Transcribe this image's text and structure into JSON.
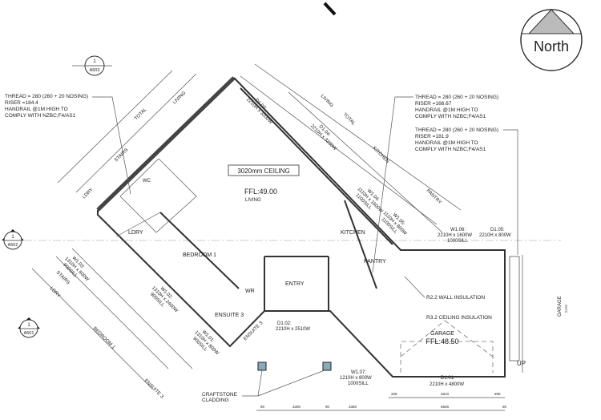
{
  "north": {
    "label": "North"
  },
  "section_markers": [
    {
      "num": "1",
      "sheet": "A503"
    },
    {
      "num": "1",
      "sheet": "A502"
    },
    {
      "num": "1",
      "sheet": "A501"
    }
  ],
  "stair_notes": [
    {
      "line1": "THREAD = 280 (260 + 20 NOSING)",
      "line2": "RISER =184.4",
      "line3": "HANDRAIL @1M HIGH TO",
      "line4": "COMPLY WITH NZBC;F4/AS1"
    },
    {
      "line1": "THREAD = 280 (260 + 20 NOSING)",
      "line2": "RISER =166.67",
      "line3": "HANDRAIL @1M HIGH TO",
      "line4": "COMPLY WITH NZBC;F4/AS1"
    },
    {
      "line1": "THREAD = 280 (260 + 20 NOSING)",
      "line2": "RISER =181.9",
      "line3": "HANDRAIL @1M HIGH TO",
      "line4": "COMPLY WITH NZBC;F4/AS1"
    }
  ],
  "rooms": {
    "living": "LIVING",
    "ceiling": "3020mm CEILING",
    "ffl_main": "FFL:49.00",
    "ldry": "LDRY",
    "wc": "WC",
    "bedroom1": "BEDROOM 1",
    "wr": "WR",
    "entry": "ENTRY",
    "ensuite3": "ENSUITE 3",
    "kitchen": "KITCHEN",
    "pantry": "PANTRY",
    "garage": "GARAGE",
    "ffl_garage": "FFL:48.50",
    "up": "UP"
  },
  "openings": {
    "d104a": "D1.04:",
    "d104b": "2210H x 3200W",
    "d103a": "D1.03:",
    "d103b": "2210H x 3200W",
    "w104a": "W1.04:",
    "w104b": "1110H x 1600W",
    "w104c": "1100SILL",
    "w105a": "W1.05:",
    "w105b": "1110H x 800W",
    "w105c": "1100SILL",
    "w106a": "W1.06:",
    "w106b": "2210H x 1600W",
    "w106c": "1000SILL",
    "d105a": "D1.05:",
    "d105b": "2210H x 800W",
    "w103a": "W1.03:",
    "w103b": "1310H x 600W",
    "w103c": "900SILL",
    "w102a": "W1.02:",
    "w102b": "1310H x 2400W",
    "w102c": "900SILL",
    "w101a": "W1.01:",
    "w101b": "1310H x 800W",
    "w101c": "900SILL",
    "d102a": "D1.02:",
    "d102b": "2210H x 2510W",
    "w107a": "W1.07:",
    "w107b": "1210H x 800W",
    "w107c": "1000SILL",
    "d101a": "D1.01:",
    "d101b": "2210H x 4800W"
  },
  "annotations": {
    "wall_ins": "R2.2 WALL INSULATION",
    "ceil_ins": "R3.2 CEILING INSULATION",
    "cladding1": "CRAFTSTONE",
    "cladding2": "CLADDING"
  },
  "dimension_labels": {
    "total": "TOTAL",
    "living": "LIVING",
    "stairs": "STAIRS",
    "ldry": "LDRY",
    "kitchen": "KITCHEN",
    "pantry": "PANTRY",
    "bedroom1": "BEDROOM 1",
    "ensuite3": "ENSUITE 3",
    "garage": "GARAGE",
    "bottom": [
      "90",
      "3300",
      "90",
      "3350",
      "5846",
      "90"
    ],
    "garage_dims": [
      "336",
      "4810",
      "590"
    ],
    "garage_side": "6190"
  }
}
